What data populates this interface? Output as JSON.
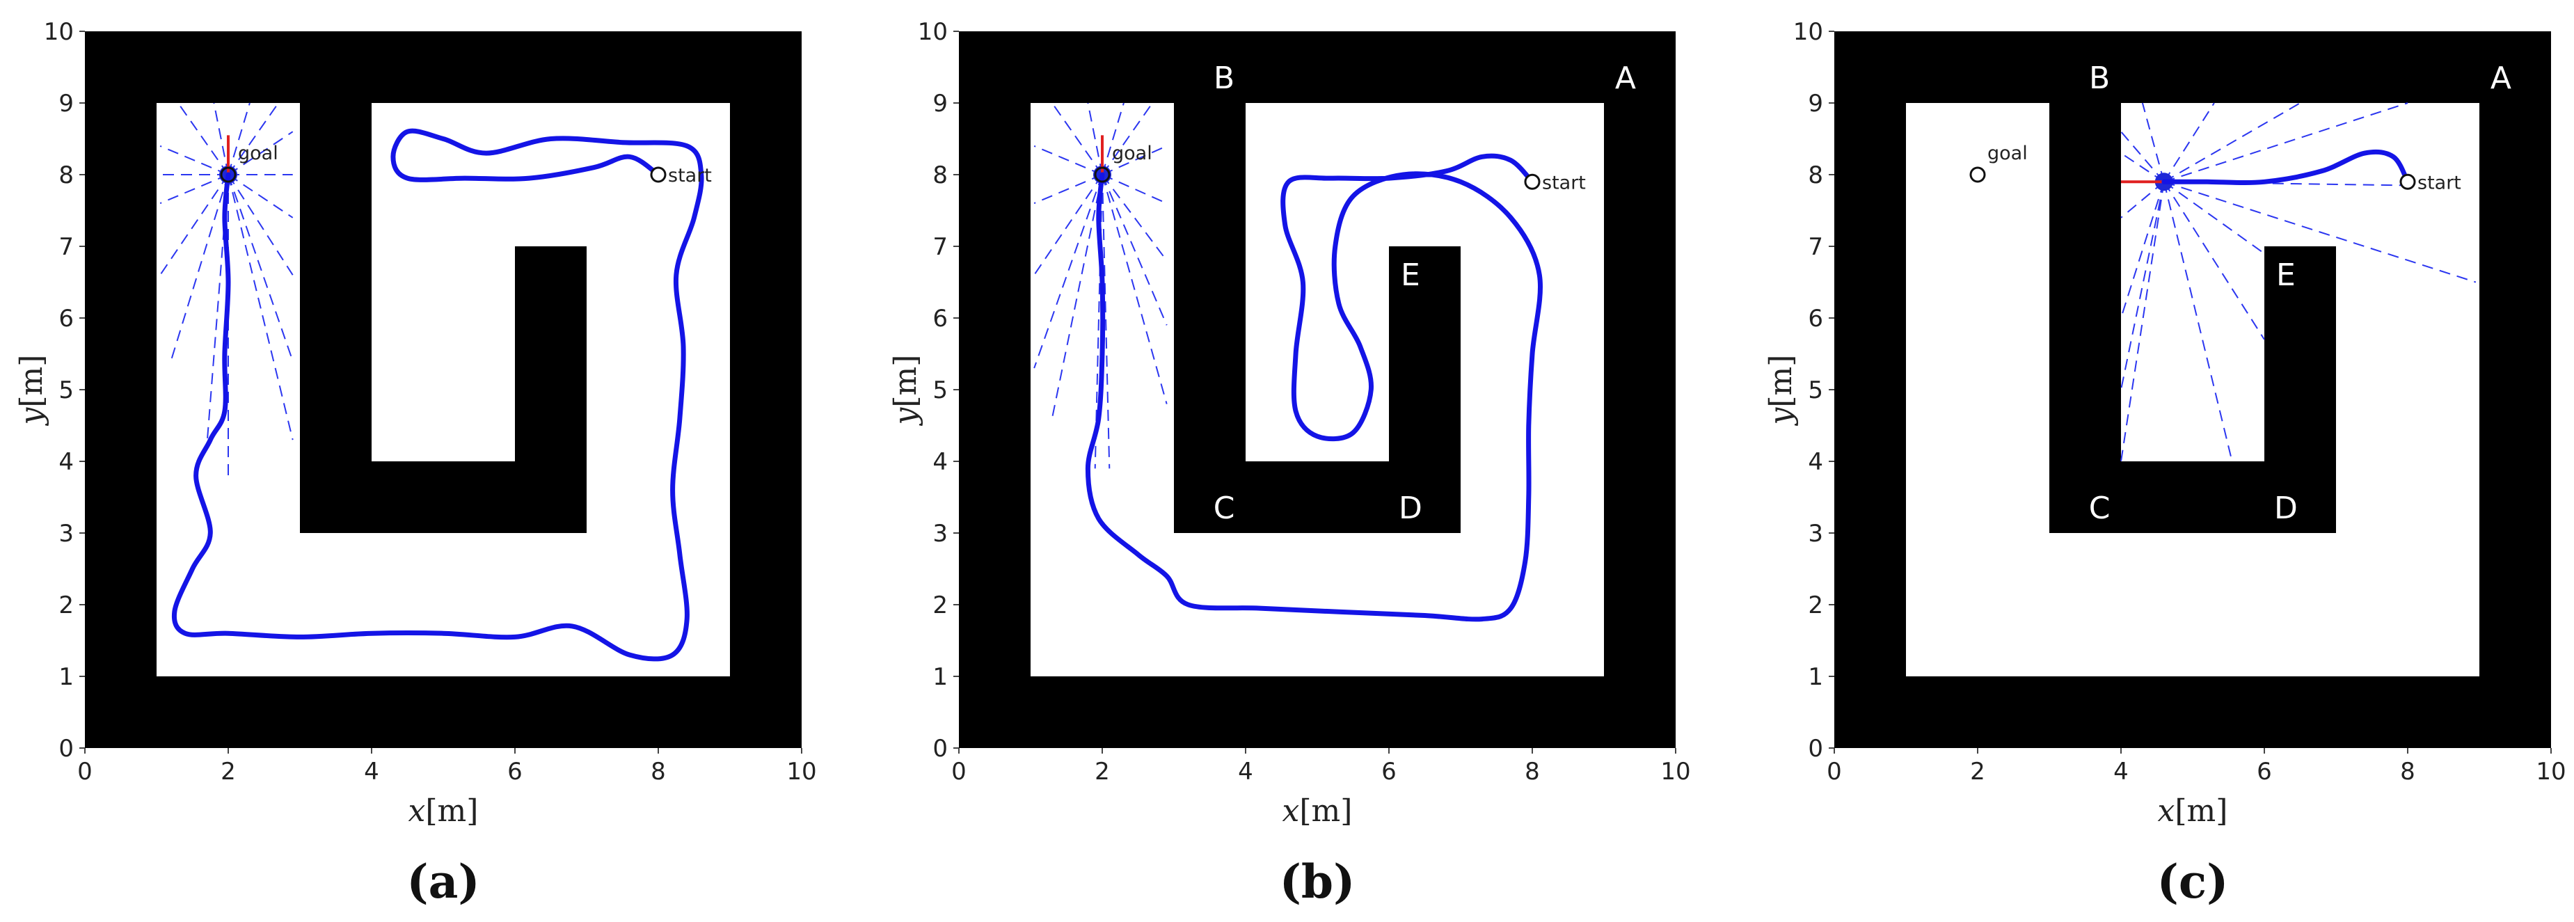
{
  "chart_data": [
    {
      "type": "diagram",
      "caption": "(a)",
      "xlabel": "x[m]",
      "ylabel": "y[m]",
      "xlim": [
        0,
        10
      ],
      "ylim": [
        0,
        10
      ],
      "xticks": [
        "0",
        "2",
        "4",
        "6",
        "8",
        "10"
      ],
      "yticks": [
        "0",
        "1",
        "2",
        "3",
        "4",
        "5",
        "6",
        "7",
        "8",
        "9",
        "10"
      ],
      "obstacles": [
        [
          [
            3,
            3
          ],
          [
            7,
            3
          ],
          [
            7,
            7
          ],
          [
            6,
            7
          ],
          [
            6,
            4
          ],
          [
            4,
            4
          ],
          [
            4,
            9
          ],
          [
            3,
            9
          ]
        ]
      ],
      "corner_labels": [],
      "start": {
        "label": "start",
        "x": 8,
        "y": 8
      },
      "goal": {
        "label": "goal",
        "x": 2,
        "y": 8
      },
      "scan": {
        "x": 2,
        "y": 8,
        "ends": [
          [
            2.0,
            3.8
          ],
          [
            1.7,
            4.2
          ],
          [
            2.9,
            4.3
          ],
          [
            1.2,
            5.4
          ],
          [
            2.9,
            5.4
          ],
          [
            1.05,
            6.6
          ],
          [
            2.9,
            6.6
          ],
          [
            1.05,
            7.6
          ],
          [
            2.9,
            7.4
          ],
          [
            1.05,
            8.4
          ],
          [
            2.9,
            8.6
          ],
          [
            1.3,
            9.0
          ],
          [
            2.7,
            9.0
          ],
          [
            1.8,
            9.0
          ],
          [
            2.3,
            9.0
          ],
          [
            1.05,
            8.0
          ],
          [
            2.9,
            8.0
          ]
        ]
      },
      "heading": [
        [
          2,
          8
        ],
        [
          2,
          8.55
        ]
      ],
      "path": [
        [
          8,
          8
        ],
        [
          7.6,
          8.25
        ],
        [
          7.1,
          8.1
        ],
        [
          6.2,
          7.95
        ],
        [
          5.3,
          7.95
        ],
        [
          4.5,
          7.95
        ],
        [
          4.3,
          8.25
        ],
        [
          4.5,
          8.6
        ],
        [
          5.0,
          8.5
        ],
        [
          5.6,
          8.3
        ],
        [
          6.5,
          8.5
        ],
        [
          7.5,
          8.45
        ],
        [
          8.4,
          8.4
        ],
        [
          8.6,
          8.0
        ],
        [
          8.5,
          7.4
        ],
        [
          8.25,
          6.6
        ],
        [
          8.35,
          5.6
        ],
        [
          8.3,
          4.6
        ],
        [
          8.2,
          3.6
        ],
        [
          8.3,
          2.7
        ],
        [
          8.4,
          1.8
        ],
        [
          8.2,
          1.3
        ],
        [
          7.6,
          1.3
        ],
        [
          6.8,
          1.7
        ],
        [
          6.0,
          1.55
        ],
        [
          5.0,
          1.6
        ],
        [
          4.0,
          1.6
        ],
        [
          3.0,
          1.55
        ],
        [
          2.0,
          1.6
        ],
        [
          1.4,
          1.6
        ],
        [
          1.25,
          1.9
        ],
        [
          1.5,
          2.5
        ],
        [
          1.75,
          3.0
        ],
        [
          1.55,
          3.8
        ],
        [
          1.75,
          4.3
        ],
        [
          1.95,
          4.7
        ],
        [
          1.95,
          5.5
        ],
        [
          2.0,
          6.5
        ],
        [
          1.95,
          7.4
        ],
        [
          2.0,
          8.0
        ]
      ]
    },
    {
      "type": "diagram",
      "caption": "(b)",
      "xlabel": "x[m]",
      "ylabel": "y[m]",
      "xlim": [
        0,
        10
      ],
      "ylim": [
        0,
        10
      ],
      "xticks": [
        "0",
        "2",
        "4",
        "6",
        "8",
        "10"
      ],
      "yticks": [
        "0",
        "1",
        "2",
        "3",
        "4",
        "5",
        "6",
        "7",
        "8",
        "9",
        "10"
      ],
      "obstacles": [
        [
          [
            3,
            3
          ],
          [
            7,
            3
          ],
          [
            7,
            7
          ],
          [
            6,
            7
          ],
          [
            6,
            4
          ],
          [
            4,
            4
          ],
          [
            4,
            9
          ],
          [
            3,
            9
          ]
        ]
      ],
      "corner_labels": [
        {
          "label": "A",
          "x": 9.3,
          "y": 9.35
        },
        {
          "label": "B",
          "x": 3.7,
          "y": 9.35
        },
        {
          "label": "C",
          "x": 3.7,
          "y": 3.35
        },
        {
          "label": "D",
          "x": 6.3,
          "y": 3.35
        },
        {
          "label": "E",
          "x": 6.3,
          "y": 6.6
        }
      ],
      "start": {
        "label": "start",
        "x": 8,
        "y": 7.9
      },
      "goal": {
        "label": "goal",
        "x": 2,
        "y": 8
      },
      "scan": {
        "x": 2,
        "y": 8,
        "ends": [
          [
            1.9,
            3.9
          ],
          [
            2.1,
            3.9
          ],
          [
            1.3,
            4.6
          ],
          [
            2.9,
            4.8
          ],
          [
            1.05,
            5.3
          ],
          [
            2.9,
            5.9
          ],
          [
            1.05,
            6.6
          ],
          [
            2.9,
            6.8
          ],
          [
            1.05,
            7.6
          ],
          [
            2.9,
            7.6
          ],
          [
            1.05,
            8.4
          ],
          [
            2.9,
            8.4
          ],
          [
            1.3,
            9.0
          ],
          [
            2.7,
            9.0
          ],
          [
            1.8,
            9.0
          ],
          [
            2.3,
            9.0
          ]
        ]
      },
      "heading": [
        [
          2,
          8
        ],
        [
          2,
          8.55
        ]
      ],
      "path": [
        [
          8,
          7.9
        ],
        [
          7.7,
          8.2
        ],
        [
          7.3,
          8.25
        ],
        [
          6.8,
          8.05
        ],
        [
          6.0,
          7.95
        ],
        [
          5.2,
          7.95
        ],
        [
          4.6,
          7.9
        ],
        [
          4.55,
          7.3
        ],
        [
          4.8,
          6.5
        ],
        [
          4.7,
          5.5
        ],
        [
          4.7,
          4.7
        ],
        [
          5.0,
          4.35
        ],
        [
          5.5,
          4.4
        ],
        [
          5.75,
          5.0
        ],
        [
          5.6,
          5.6
        ],
        [
          5.3,
          6.2
        ],
        [
          5.25,
          7.0
        ],
        [
          5.5,
          7.7
        ],
        [
          6.2,
          8.0
        ],
        [
          7.0,
          7.9
        ],
        [
          7.7,
          7.4
        ],
        [
          8.1,
          6.6
        ],
        [
          8.0,
          5.5
        ],
        [
          7.95,
          4.5
        ],
        [
          7.95,
          3.5
        ],
        [
          7.9,
          2.6
        ],
        [
          7.7,
          1.95
        ],
        [
          7.3,
          1.8
        ],
        [
          6.5,
          1.85
        ],
        [
          5.3,
          1.9
        ],
        [
          4.2,
          1.95
        ],
        [
          3.2,
          2.0
        ],
        [
          2.9,
          2.4
        ],
        [
          2.5,
          2.7
        ],
        [
          1.95,
          3.2
        ],
        [
          1.8,
          3.9
        ],
        [
          1.95,
          4.6
        ],
        [
          2.0,
          5.5
        ],
        [
          2.0,
          6.5
        ],
        [
          1.95,
          7.4
        ],
        [
          2.0,
          8.0
        ]
      ]
    },
    {
      "type": "diagram",
      "caption": "(c)",
      "xlabel": "x[m]",
      "ylabel": "y[m]",
      "xlim": [
        0,
        10
      ],
      "ylim": [
        0,
        10
      ],
      "xticks": [
        "0",
        "2",
        "4",
        "6",
        "8",
        "10"
      ],
      "yticks": [
        "0",
        "1",
        "2",
        "3",
        "4",
        "5",
        "6",
        "7",
        "8",
        "9",
        "10"
      ],
      "obstacles": [
        [
          [
            3,
            3
          ],
          [
            7,
            3
          ],
          [
            7,
            7
          ],
          [
            6,
            7
          ],
          [
            6,
            4
          ],
          [
            4,
            4
          ],
          [
            4,
            9
          ],
          [
            3,
            9
          ]
        ]
      ],
      "corner_labels": [
        {
          "label": "A",
          "x": 9.3,
          "y": 9.35
        },
        {
          "label": "B",
          "x": 3.7,
          "y": 9.35
        },
        {
          "label": "C",
          "x": 3.7,
          "y": 3.35
        },
        {
          "label": "D",
          "x": 6.3,
          "y": 3.35
        },
        {
          "label": "E",
          "x": 6.3,
          "y": 6.6
        }
      ],
      "start": {
        "label": "start",
        "x": 8,
        "y": 7.9
      },
      "goal": {
        "label": "goal",
        "x": 2,
        "y": 8
      },
      "scan": {
        "x": 4.6,
        "y": 7.9,
        "ends": [
          [
            4.0,
            7.9
          ],
          [
            4.0,
            8.6
          ],
          [
            4.0,
            4.0
          ],
          [
            5.55,
            4.0
          ],
          [
            6.0,
            5.7
          ],
          [
            6.0,
            6.9
          ],
          [
            8.95,
            6.5
          ],
          [
            8.0,
            7.85
          ],
          [
            8.0,
            9.0
          ],
          [
            6.5,
            9.0
          ],
          [
            5.3,
            9.0
          ],
          [
            4.3,
            9.0
          ],
          [
            4.0,
            8.3
          ],
          [
            4.0,
            7.4
          ],
          [
            4.0,
            6.0
          ],
          [
            4.0,
            5.0
          ]
        ]
      },
      "heading": [
        [
          4.6,
          7.9
        ],
        [
          4.0,
          7.9
        ]
      ],
      "path": [
        [
          8,
          7.9
        ],
        [
          7.8,
          8.25
        ],
        [
          7.4,
          8.3
        ],
        [
          6.8,
          8.05
        ],
        [
          6.0,
          7.9
        ],
        [
          5.2,
          7.9
        ],
        [
          4.6,
          7.9
        ]
      ]
    }
  ]
}
